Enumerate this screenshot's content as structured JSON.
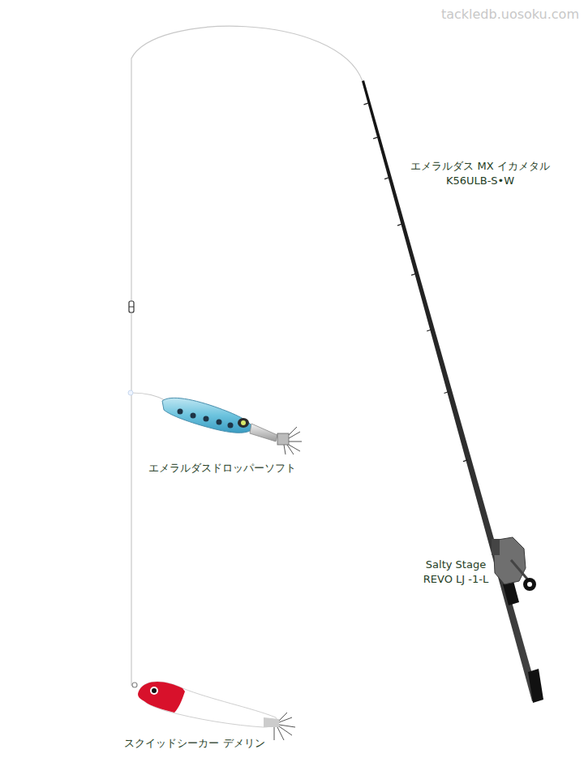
{
  "diagram": {
    "labels": [
      "tackledb.uosoku.com",
      "エメラルダス MX イカメタル K56ULB-S•W",
      "エメラルダスドロッパーソフト",
      "Salty Stage REVO LJ -1-L",
      "スクイッドシーカー デメリン"
    ]
  }
}
